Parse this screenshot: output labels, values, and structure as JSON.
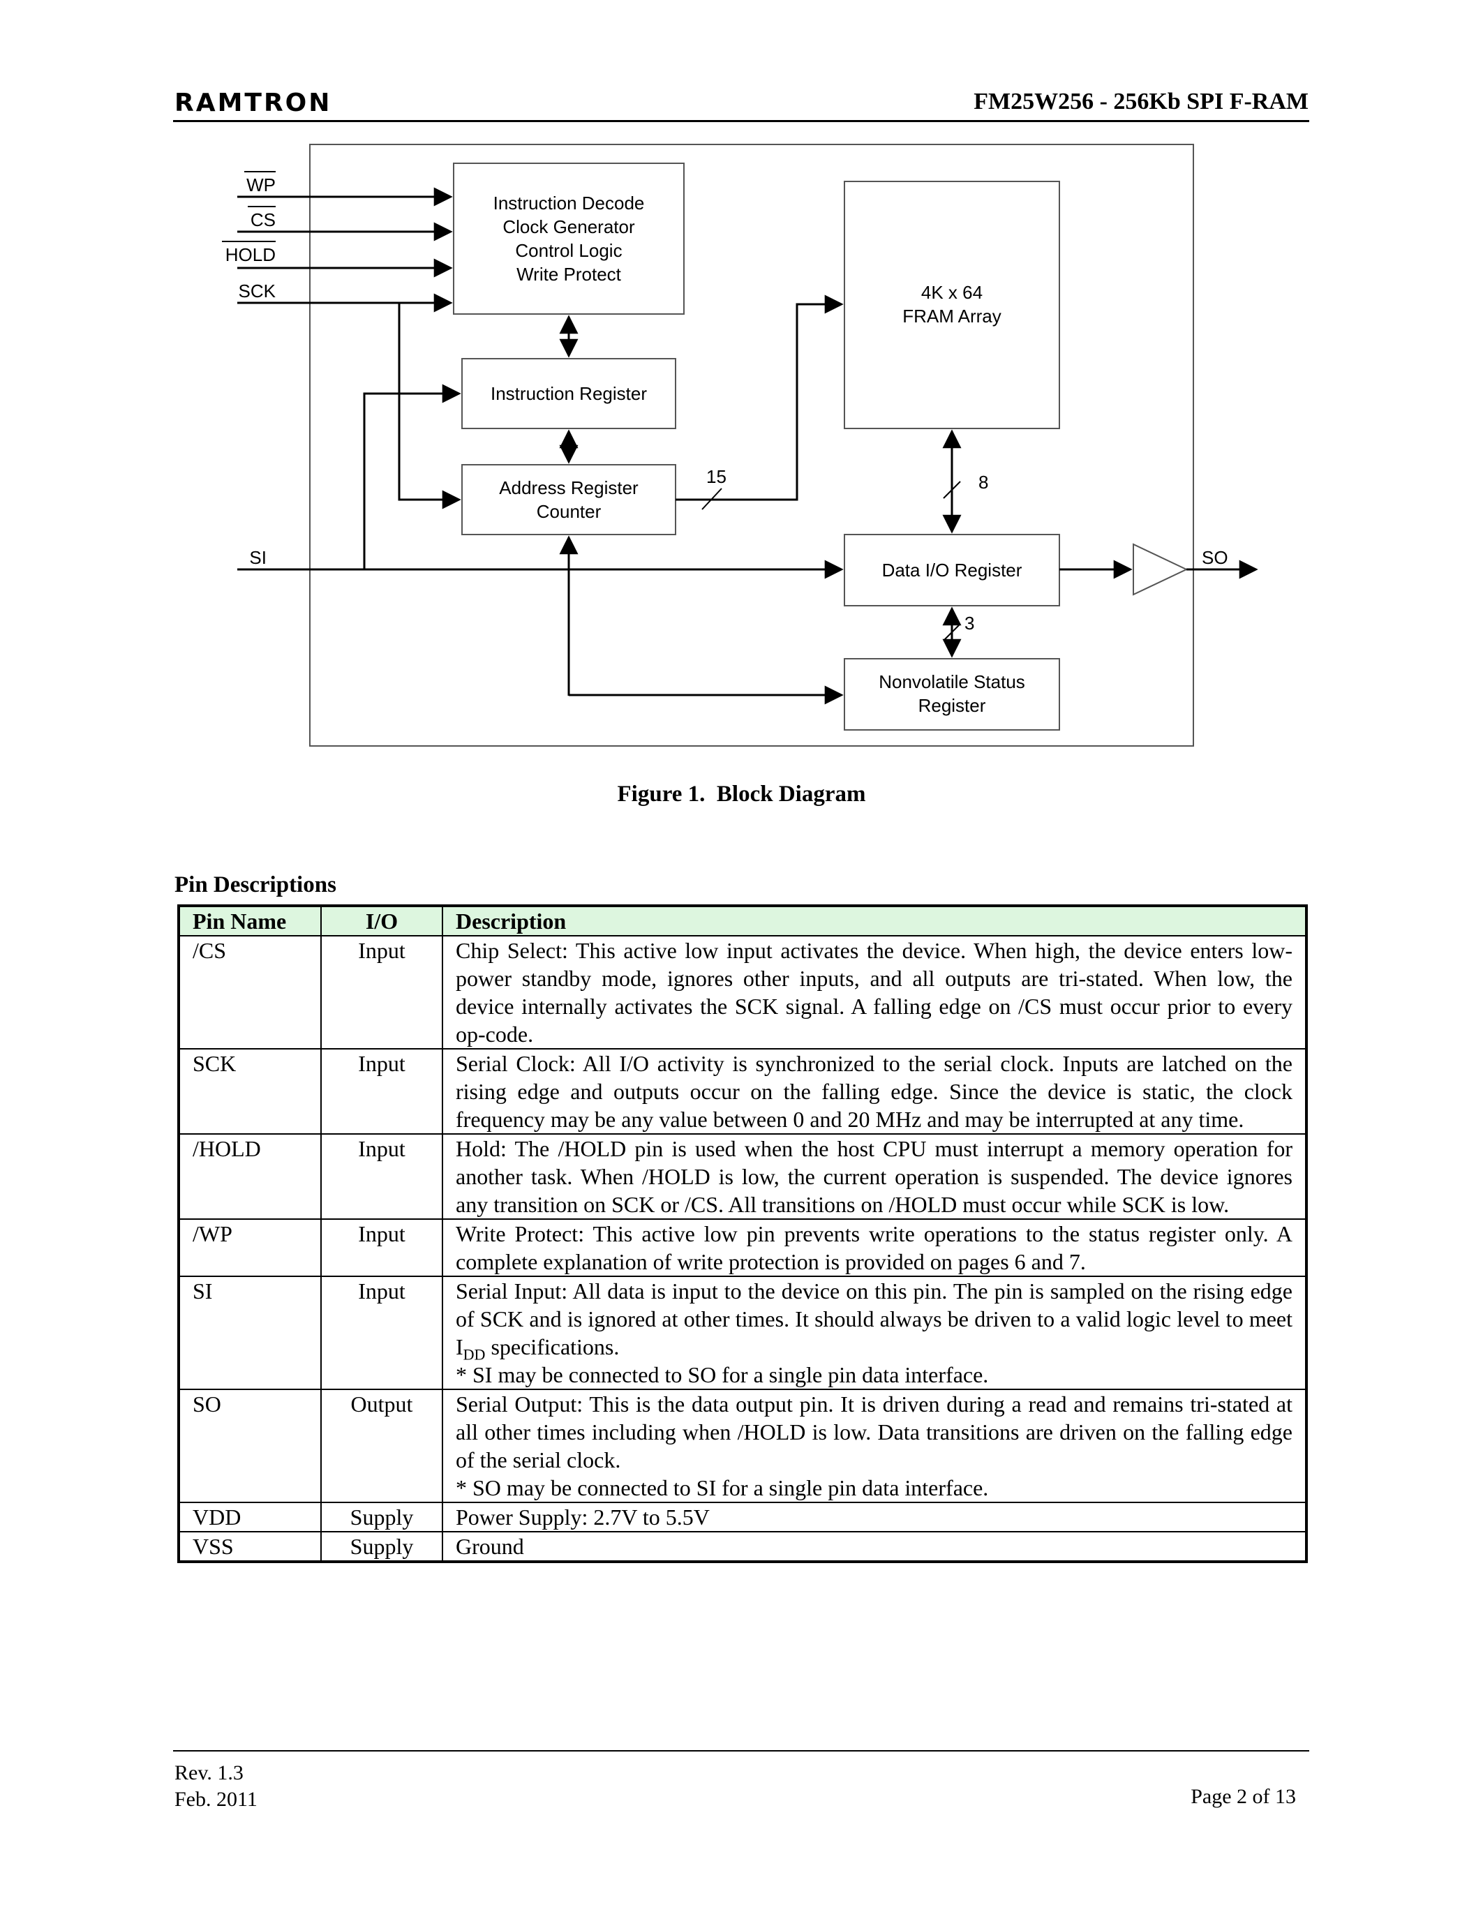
{
  "header": {
    "logo": "RAMTRON",
    "title": "FM25W256 - 256Kb SPI F-RAM"
  },
  "diagram": {
    "pins_in": [
      "WP",
      "CS",
      "HOLD",
      "SCK",
      "SI"
    ],
    "pin_out": "SO",
    "decode_block": [
      "Instruction Decode",
      "Clock Generator",
      "Control Logic",
      "Write Protect"
    ],
    "instruction_register": "Instruction Register",
    "address_register": [
      "Address Register",
      "Counter"
    ],
    "fram_array": [
      "4K x 64",
      "FRAM Array"
    ],
    "data_io_register": "Data I/O Register",
    "status_register": [
      "Nonvolatile Status",
      "Register"
    ],
    "bus_widths": [
      "15",
      "8",
      "3"
    ]
  },
  "figure": {
    "number": "Figure 1.",
    "title": "Block Diagram"
  },
  "pin_table": {
    "section_title": "Pin Descriptions",
    "headers": [
      "Pin Name",
      "I/O",
      "Description"
    ],
    "rows": [
      {
        "name": "/CS",
        "io": "Input",
        "desc": "Chip Select:  This active low input activates the device. When high, the device enters low-power standby mode, ignores other inputs, and all outputs are tri-stated. When low, the device internally activates the SCK signal. A falling edge on /CS must occur prior to every op-code."
      },
      {
        "name": "SCK",
        "io": "Input",
        "desc": "Serial Clock: All I/O activity is synchronized to the serial clock. Inputs are latched on the rising edge and outputs occur on the falling edge. Since the device is static, the clock frequency may be any value between 0 and 20 MHz and may be interrupted at any time."
      },
      {
        "name": "/HOLD",
        "io": "Input",
        "desc": "Hold: The /HOLD pin is used when the host CPU must interrupt a memory operation for another task. When /HOLD is low, the current operation is suspended. The device ignores any transition on SCK or /CS. All transitions on /HOLD must occur while SCK is low."
      },
      {
        "name": "/WP",
        "io": "Input",
        "desc": "Write Protect:  This active low pin prevents write operations to the status register only. A complete explanation of write protection is provided on pages 6 and 7."
      },
      {
        "name": "SI",
        "io": "Input",
        "desc_a": "Serial Input:  All data is input to the device on this pin. The pin is sampled on the rising edge of SCK and is ignored at other times. It should always be driven to a valid logic level to meet I",
        "desc_sub": "DD",
        "desc_b": " specifications.",
        "desc_note": "* SI may be connected to SO for a single pin data interface."
      },
      {
        "name": "SO",
        "io": "Output",
        "desc": "Serial Output:  This is the data output pin. It is driven during a read and remains tri-stated at all other times including when /HOLD is low. Data transitions are driven on the falling edge of the serial clock.",
        "desc_note": "* SO may be connected to SI for a single pin data interface."
      },
      {
        "name": "VDD",
        "io": "Supply",
        "desc": "Power Supply: 2.7V to 5.5V"
      },
      {
        "name": "VSS",
        "io": "Supply",
        "desc": "Ground"
      }
    ]
  },
  "footer": {
    "rev": "Rev. 1.3",
    "date": "Feb. 2011",
    "page": "Page 2 of 13"
  }
}
